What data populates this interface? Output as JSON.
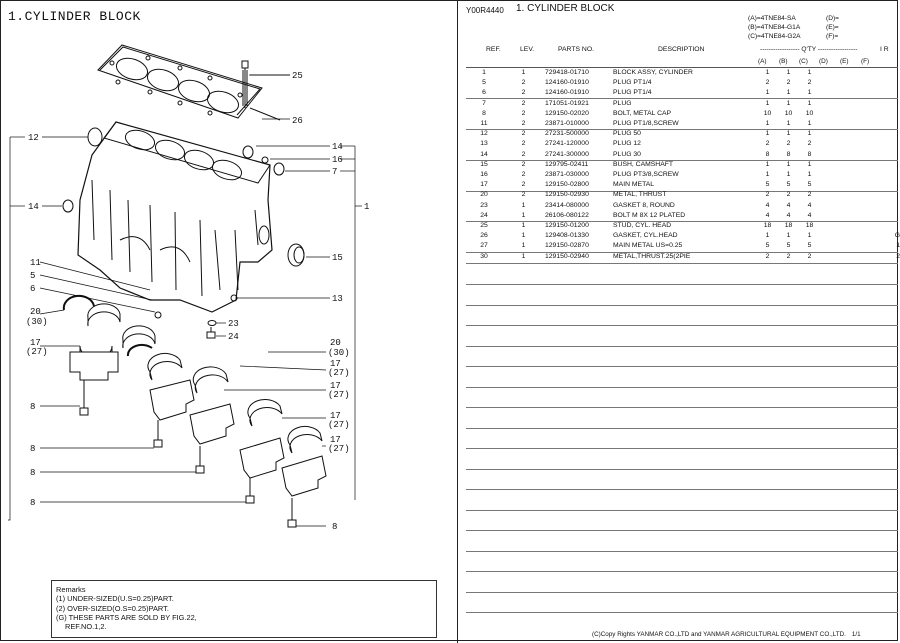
{
  "left": {
    "figure_title": "1.CYLINDER BLOCK",
    "callouts": [
      {
        "id": "c25",
        "text": "25"
      },
      {
        "id": "c26",
        "text": "26"
      },
      {
        "id": "c12",
        "text": "12"
      },
      {
        "id": "c14r",
        "text": "14"
      },
      {
        "id": "c16",
        "text": "16"
      },
      {
        "id": "c7",
        "text": "7"
      },
      {
        "id": "c14l",
        "text": "14"
      },
      {
        "id": "c1",
        "text": "1"
      },
      {
        "id": "c15",
        "text": "15"
      },
      {
        "id": "c11",
        "text": "11"
      },
      {
        "id": "c5",
        "text": "5"
      },
      {
        "id": "c6",
        "text": "6"
      },
      {
        "id": "c13",
        "text": "13"
      },
      {
        "id": "c20l",
        "text": "20"
      },
      {
        "id": "c30l",
        "text": "(30)"
      },
      {
        "id": "c23",
        "text": "23"
      },
      {
        "id": "c24",
        "text": "24"
      },
      {
        "id": "c17l",
        "text": "17"
      },
      {
        "id": "c27l",
        "text": "(27)"
      },
      {
        "id": "c20r",
        "text": "20"
      },
      {
        "id": "c30r",
        "text": "(30)"
      },
      {
        "id": "c17r1",
        "text": "17"
      },
      {
        "id": "c27r1",
        "text": "(27)"
      },
      {
        "id": "c17r2",
        "text": "17"
      },
      {
        "id": "c27r2",
        "text": "(27)"
      },
      {
        "id": "c8a",
        "text": "8"
      },
      {
        "id": "c17r3",
        "text": "17"
      },
      {
        "id": "c27r3",
        "text": "(27)"
      },
      {
        "id": "c8b",
        "text": "8"
      },
      {
        "id": "c17r4",
        "text": "17"
      },
      {
        "id": "c27r4",
        "text": "(27)"
      },
      {
        "id": "c8c",
        "text": "8"
      },
      {
        "id": "c8d",
        "text": "8"
      },
      {
        "id": "c8e",
        "text": "8"
      }
    ],
    "remarks": {
      "title": "Remarks",
      "lines": [
        "(1) UNDER-SIZED(U.S=0.25)PART.",
        "(2) OVER-SIZED(O.S=0.25)PART.",
        "(G) THESE PARTS ARE SOLD BY FIG.22,",
        "REF.NO.1,2."
      ]
    }
  },
  "right": {
    "doc_id": "Y00R4440",
    "section_title": "1.  CYLINDER BLOCK",
    "variants_left": [
      "(A)=4TNE84-SA",
      "(B)=4TNE84-G1A",
      "(C)=4TNE84-G2A"
    ],
    "variants_right": [
      "(D)=",
      "(E)=",
      "(F)="
    ],
    "headers": {
      "ref": "REF.",
      "lev": "LEV.",
      "part_no": "PARTS NO.",
      "description": "DESCRIPTION",
      "qty": "------------------ Q'TY ------------------",
      "extra": "I   R"
    },
    "qty_columns": [
      "(A)",
      "(B)",
      "(C)",
      "(D)",
      "(E)",
      "(F)"
    ],
    "rows": [
      {
        "ref": "1",
        "lev": "1",
        "pn": "729418-01710",
        "desc": "BLOCK ASSY, CYLINDER",
        "a": "1",
        "b": "1",
        "c": "1",
        "x": ""
      },
      {
        "ref": "5",
        "lev": "2",
        "pn": "124160-01910",
        "desc": "PLUG PT1/4",
        "a": "2",
        "b": "2",
        "c": "2",
        "x": ""
      },
      {
        "ref": "6",
        "lev": "2",
        "pn": "124160-01910",
        "desc": "PLUG PT1/4",
        "a": "1",
        "b": "1",
        "c": "1",
        "x": ""
      },
      {
        "ref": "7",
        "lev": "2",
        "pn": "171051-01921",
        "desc": "PLUG",
        "a": "1",
        "b": "1",
        "c": "1",
        "x": ""
      },
      {
        "ref": "8",
        "lev": "2",
        "pn": "129150-02020",
        "desc": "BOLT, METAL CAP",
        "a": "10",
        "b": "10",
        "c": "10",
        "x": ""
      },
      {
        "ref": "11",
        "lev": "2",
        "pn": "23871-010000",
        "desc": "PLUG PT1/8,SCREW",
        "a": "1",
        "b": "1",
        "c": "1",
        "x": ""
      },
      {
        "ref": "12",
        "lev": "2",
        "pn": "27231-500000",
        "desc": "PLUG 50",
        "a": "1",
        "b": "1",
        "c": "1",
        "x": ""
      },
      {
        "ref": "13",
        "lev": "2",
        "pn": "27241-120000",
        "desc": "PLUG 12",
        "a": "2",
        "b": "2",
        "c": "2",
        "x": ""
      },
      {
        "ref": "14",
        "lev": "2",
        "pn": "27241-300000",
        "desc": "PLUG 30",
        "a": "8",
        "b": "8",
        "c": "8",
        "x": ""
      },
      {
        "ref": "15",
        "lev": "2",
        "pn": "129795-02411",
        "desc": "BUSH, CAMSHAFT",
        "a": "1",
        "b": "1",
        "c": "1",
        "x": ""
      },
      {
        "ref": "16",
        "lev": "2",
        "pn": "23871-030000",
        "desc": "PLUG PT3/8,SCREW",
        "a": "1",
        "b": "1",
        "c": "1",
        "x": ""
      },
      {
        "ref": "17",
        "lev": "2",
        "pn": "129150-02800",
        "desc": "MAIN METAL",
        "a": "5",
        "b": "5",
        "c": "5",
        "x": ""
      },
      {
        "ref": "20",
        "lev": "2",
        "pn": "129150-02930",
        "desc": "METAL, THRUST",
        "a": "2",
        "b": "2",
        "c": "2",
        "x": ""
      },
      {
        "ref": "23",
        "lev": "1",
        "pn": "23414-080000",
        "desc": "GASKET 8, ROUND",
        "a": "4",
        "b": "4",
        "c": "4",
        "x": ""
      },
      {
        "ref": "24",
        "lev": "1",
        "pn": "26106-080122",
        "desc": "BOLT M 8X 12 PLATED",
        "a": "4",
        "b": "4",
        "c": "4",
        "x": ""
      },
      {
        "ref": "25",
        "lev": "1",
        "pn": "129150-01200",
        "desc": "STUD, CYL. HEAD",
        "a": "18",
        "b": "18",
        "c": "18",
        "x": ""
      },
      {
        "ref": "26",
        "lev": "1",
        "pn": "129408-01330",
        "desc": "GASKET, CYL.HEAD",
        "a": "1",
        "b": "1",
        "c": "1",
        "x": "G"
      },
      {
        "ref": "27",
        "lev": "1",
        "pn": "129150-02870",
        "desc": "MAIN METAL US=0.25",
        "a": "5",
        "b": "5",
        "c": "5",
        "x": "1"
      },
      {
        "ref": "30",
        "lev": "1",
        "pn": "129150-02940",
        "desc": "METAL,THRUST.25(2PIE",
        "a": "2",
        "b": "2",
        "c": "2",
        "x": "2"
      }
    ],
    "copyright": "(C)Copy Rights  YANMAR CO.,LTD and YANMAR AGRICULTURAL EQUIPMENT CO.,LTD.",
    "page": "1/1"
  }
}
